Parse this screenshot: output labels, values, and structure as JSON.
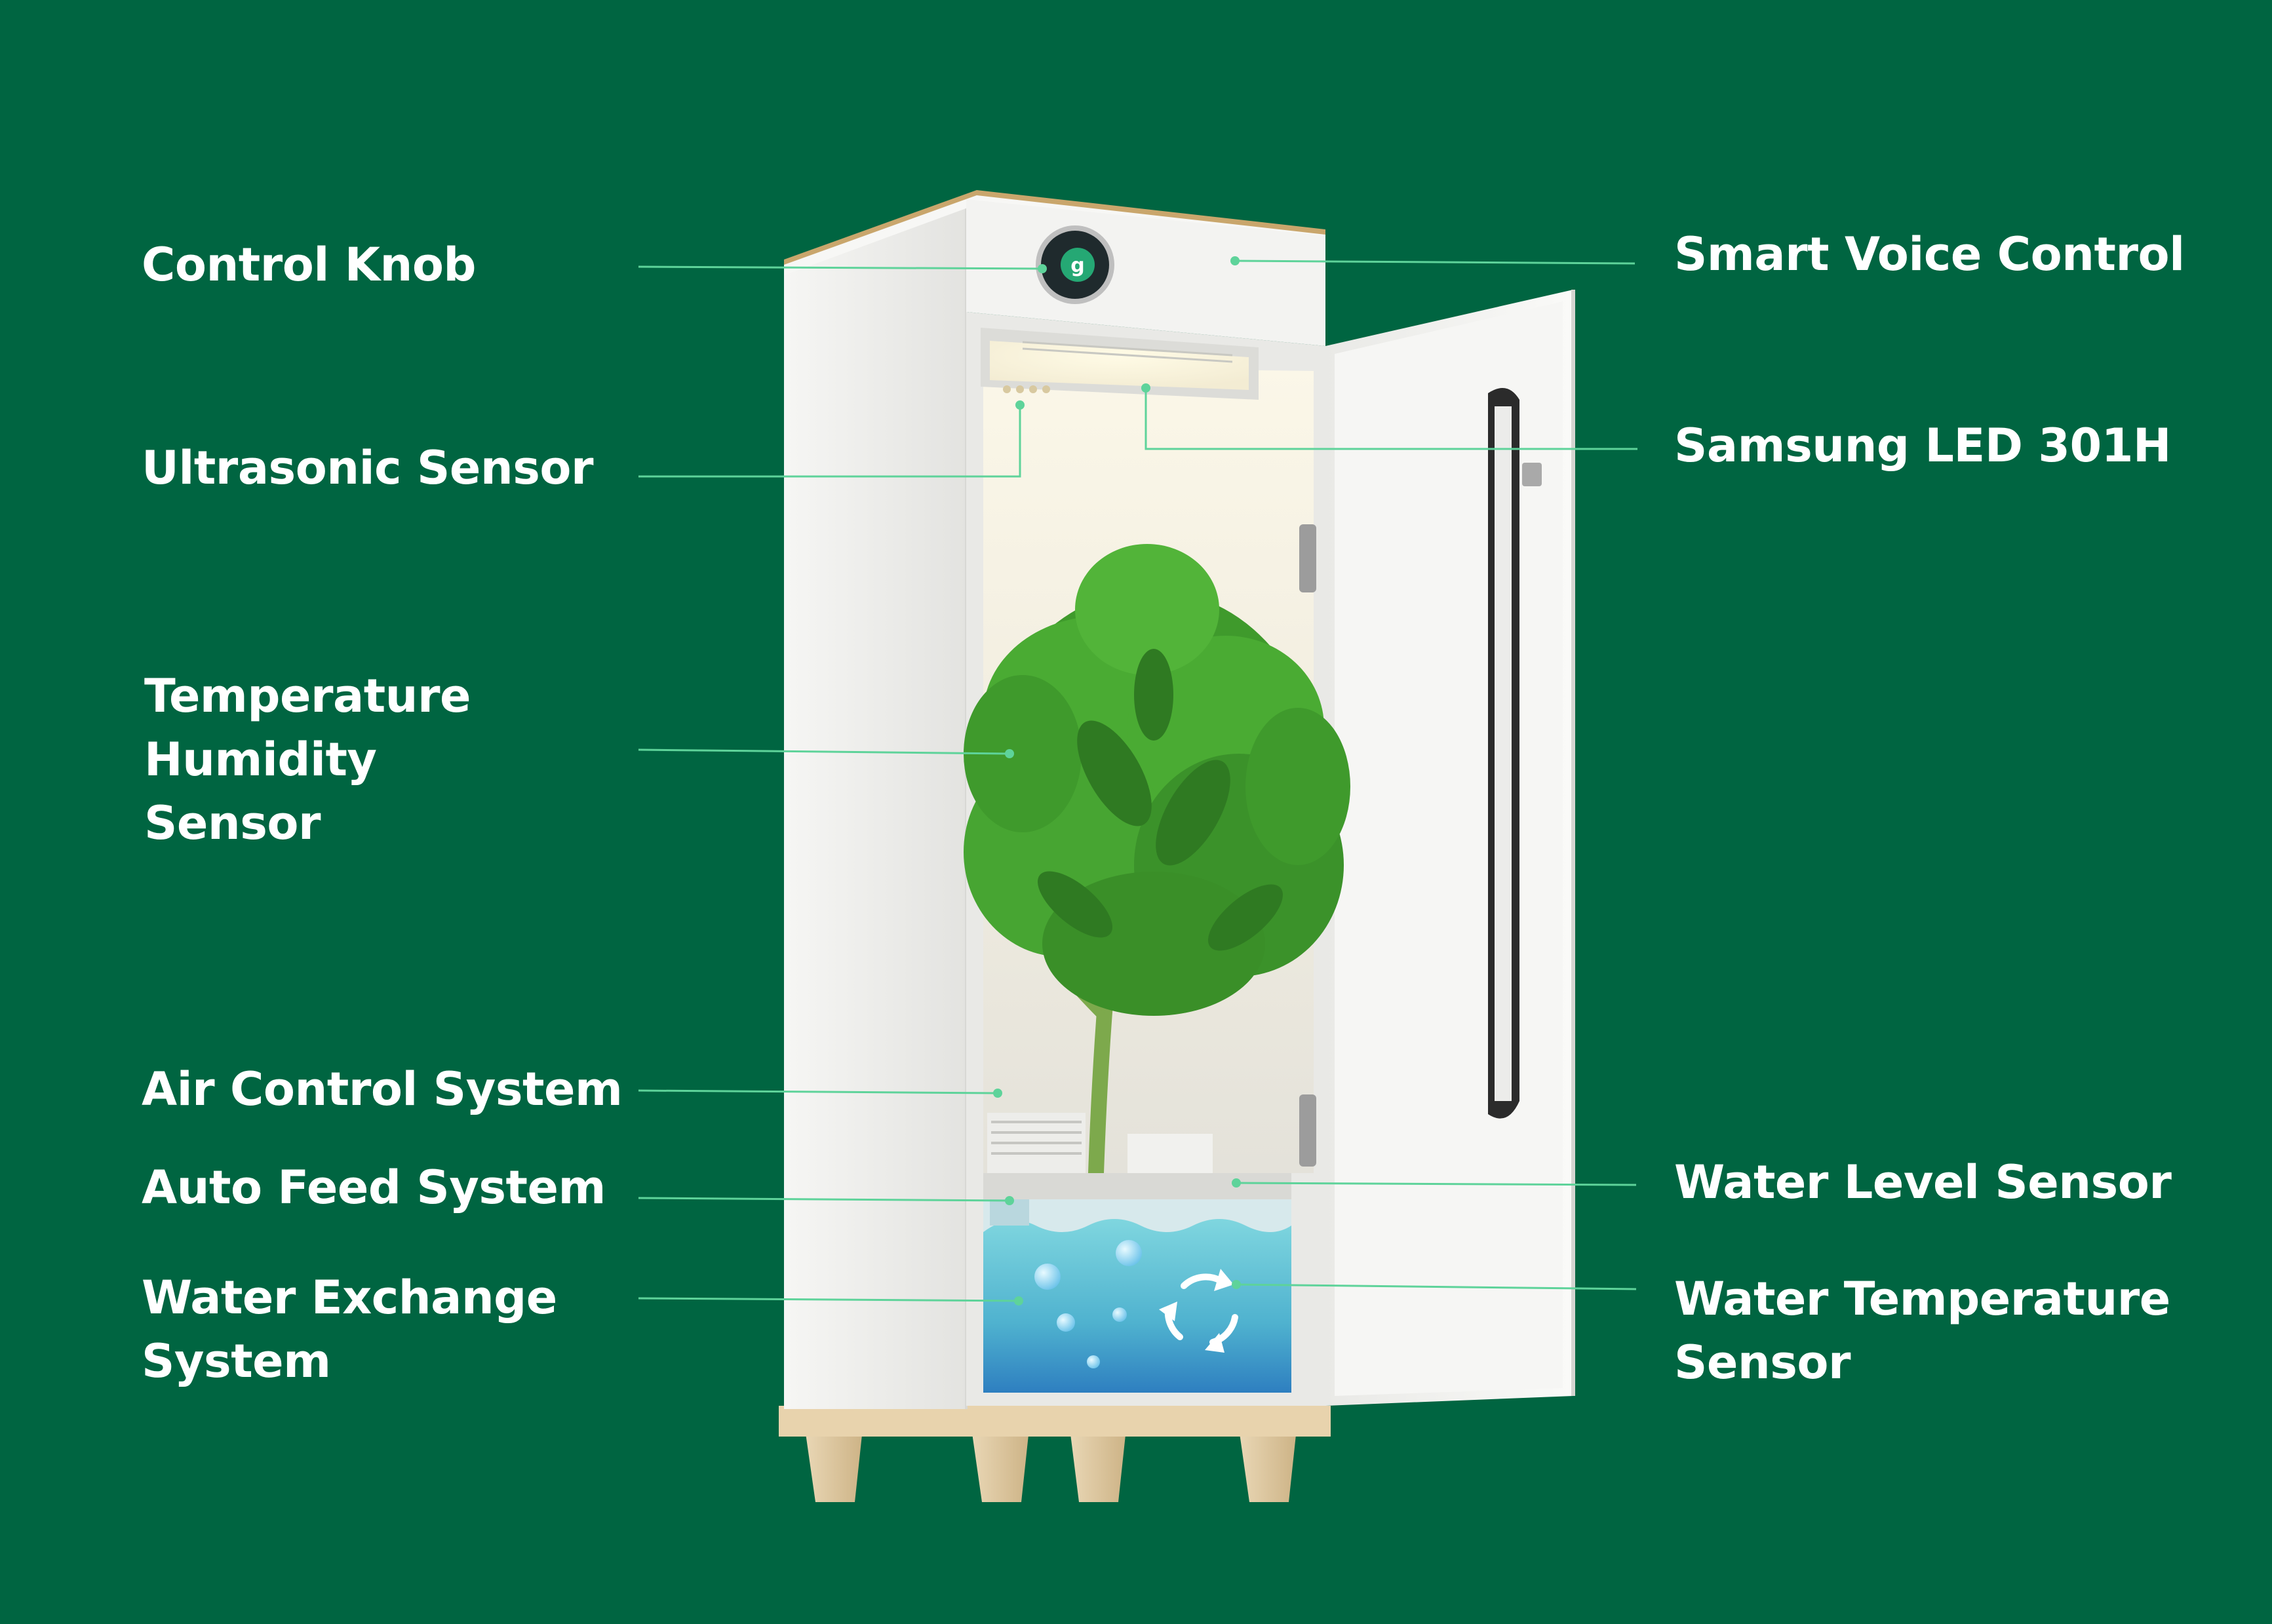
{
  "colors": {
    "background": "#006541",
    "leader_line": "#5ed39a",
    "label_text": "#ffffff",
    "cabinet_white": "#f4f4f2",
    "wood": "#e4cfa8",
    "water": "#5fc6d6",
    "leaf": "#3f9a2c"
  },
  "device": {
    "knob_logo": "g"
  },
  "labels": {
    "left": [
      {
        "id": "control-knob",
        "lines": [
          "Control Knob"
        ]
      },
      {
        "id": "ultrasonic-sensor",
        "lines": [
          "Ultrasonic Sensor"
        ]
      },
      {
        "id": "temp-humidity-sensor",
        "lines": [
          "Temperature",
          "Humidity",
          "Sensor"
        ]
      },
      {
        "id": "air-control-system",
        "lines": [
          "Air Control System"
        ]
      },
      {
        "id": "auto-feed-system",
        "lines": [
          "Auto Feed System"
        ]
      },
      {
        "id": "water-exchange-system",
        "lines": [
          "Water Exchange",
          "System"
        ]
      }
    ],
    "right": [
      {
        "id": "smart-voice-control",
        "lines": [
          "Smart Voice Control"
        ]
      },
      {
        "id": "samsung-led",
        "lines": [
          "Samsung LED 301H"
        ]
      },
      {
        "id": "water-level-sensor",
        "lines": [
          "Water Level Sensor"
        ]
      },
      {
        "id": "water-temp-sensor",
        "lines": [
          "Water Temperature",
          "Sensor"
        ]
      }
    ]
  }
}
